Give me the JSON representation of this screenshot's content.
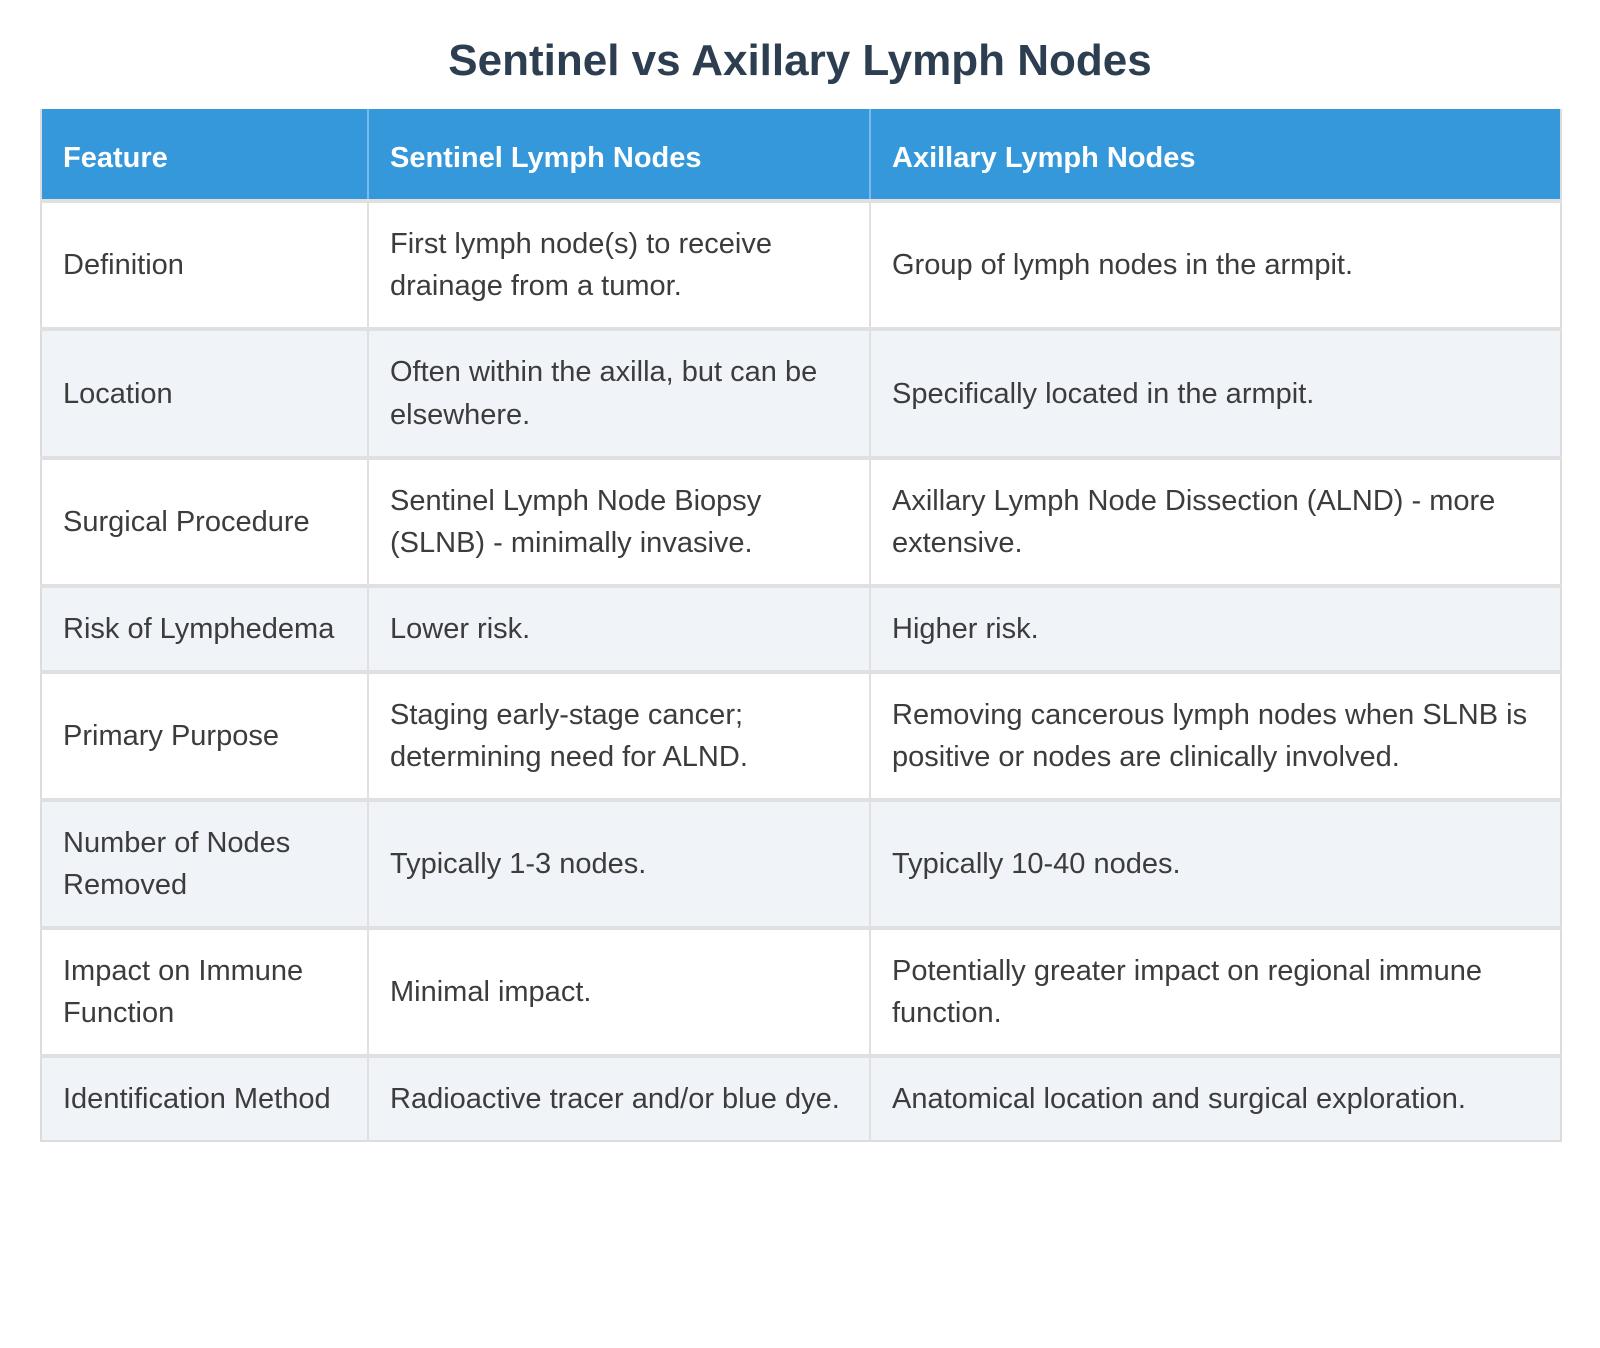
{
  "page": {
    "title": "Sentinel vs Axillary Lymph Nodes"
  },
  "colors": {
    "header_bg": "#3498db",
    "header_text": "#ffffff",
    "title_text": "#2c3e50",
    "body_text": "#3c3c3c",
    "row_alt_bg": "#f0f3f8",
    "border": "#e0e0e0"
  },
  "table": {
    "columns": [
      "Feature",
      "Sentinel Lymph Nodes",
      "Axillary Lymph Nodes"
    ],
    "rows": [
      {
        "feature": "Definition",
        "sentinel": "First lymph node(s) to receive drainage from a tumor.",
        "axillary": "Group of lymph nodes in the armpit."
      },
      {
        "feature": "Location",
        "sentinel": "Often within the axilla, but can be elsewhere.",
        "axillary": "Specifically located in the armpit."
      },
      {
        "feature": "Surgical Procedure",
        "sentinel": "Sentinel Lymph Node Biopsy (SLNB) - minimally invasive.",
        "axillary": "Axillary Lymph Node Dissection (ALND) - more extensive."
      },
      {
        "feature": "Risk of Lymphedema",
        "sentinel": "Lower risk.",
        "axillary": "Higher risk."
      },
      {
        "feature": "Primary Purpose",
        "sentinel": "Staging early-stage cancer; determining need for ALND.",
        "axillary": "Removing cancerous lymph nodes when SLNB is positive or nodes are clinically involved."
      },
      {
        "feature": "Number of Nodes Removed",
        "sentinel": "Typically 1-3 nodes.",
        "axillary": "Typically 10-40 nodes."
      },
      {
        "feature": "Impact on Immune Function",
        "sentinel": "Minimal impact.",
        "axillary": "Potentially greater impact on regional immune function."
      },
      {
        "feature": "Identification Method",
        "sentinel": "Radioactive tracer and/or blue dye.",
        "axillary": "Anatomical location and surgical exploration."
      }
    ]
  }
}
